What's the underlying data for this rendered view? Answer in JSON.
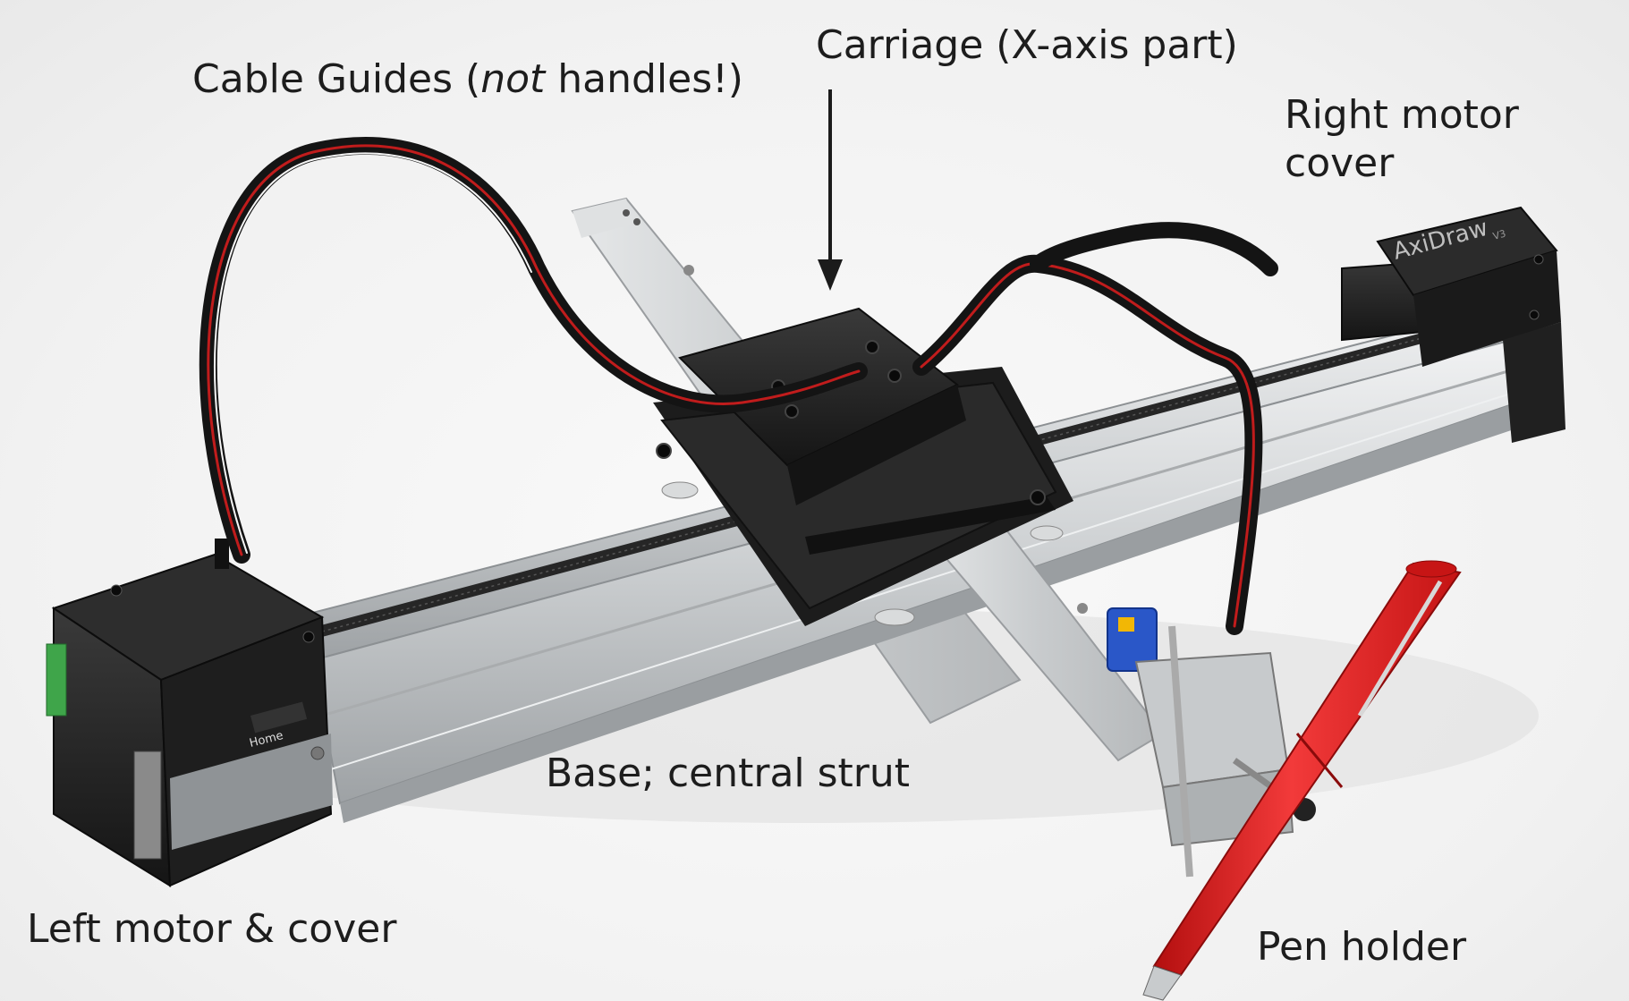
{
  "labels": {
    "cable_guides": "Cable Guides",
    "cable_guides_note_open": "(",
    "cable_guides_note_italic": "not",
    "cable_guides_note_rest": " handles!)",
    "carriage": "Carriage (X-axis part)",
    "right_motor_line1": "Right motor",
    "right_motor_line2": "cover",
    "base": "Base; central strut",
    "left_motor": "Left motor & cover",
    "pen_holder": "Pen holder"
  },
  "device": {
    "logo_text": "AxiDraw",
    "logo_version": "V3",
    "switch_label": "Home"
  },
  "colors": {
    "aluminum": "#cfd2d4",
    "black_parts": "#1f1f1f",
    "pen_red": "#e01e1e",
    "servo_blue": "#2a57c8",
    "connector_green": "#3fa54a",
    "label_text": "#1d1d1d"
  }
}
